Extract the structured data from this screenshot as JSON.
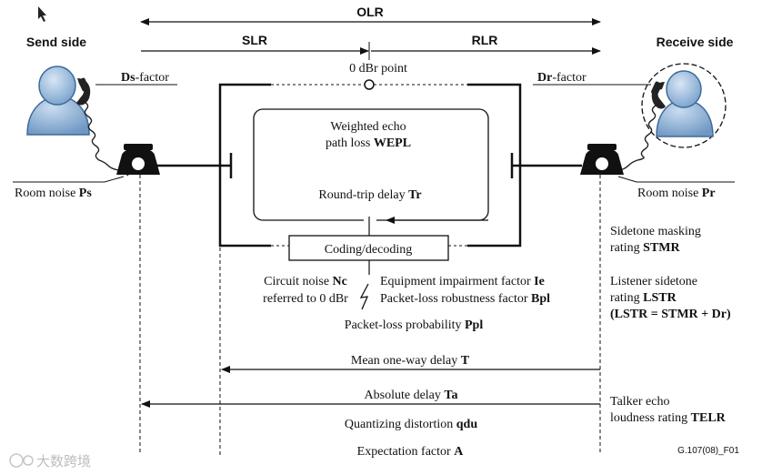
{
  "labels": {
    "olr": "OLR",
    "slr": "SLR",
    "rlr": "RLR",
    "send_side": "Send side",
    "receive_side": "Receive side",
    "zero_dbr": "0 dBr  point",
    "ds_prefix": "Ds",
    "ds_suffix": "-factor",
    "dr_prefix": "Dr",
    "dr_suffix": "-factor",
    "room_noise_text": "Room noise ",
    "ps": "Ps",
    "pr": "Pr",
    "wepl_line1": "Weighted echo",
    "wepl_line2_text": "path loss ",
    "wepl_line2_bold": "WEPL",
    "rtd_text": "Round-trip delay ",
    "rtd_bold": "Tr",
    "coding": "Coding/decoding",
    "circuit_noise_text": "Circuit noise ",
    "circuit_noise_bold": "Nc",
    "referred": "referred to 0 dBr",
    "equip_text": "Equipment impairment factor ",
    "equip_bold": "Ie",
    "packet_rob_text": "Packet-loss robustness factor ",
    "packet_rob_bold": "Bpl",
    "packet_prob_text": "Packet-loss probability ",
    "packet_prob_bold": "Ppl",
    "stmr_line1": "Sidetone masking",
    "stmr_line2_text": "rating ",
    "stmr_line2_bold": "STMR",
    "lstr_line1": "Listener sidetone",
    "lstr_line2_text": "rating ",
    "lstr_line2_bold": "LSTR",
    "lstr_formula": "(LSTR = STMR + Dr)",
    "mean_delay_text": "Mean one-way delay ",
    "mean_delay_bold": "T",
    "abs_delay_text": "Absolute delay ",
    "abs_delay_bold": "Ta",
    "telr_line1": "Talker echo",
    "telr_line2_text": "loudness rating ",
    "telr_line2_bold": "TELR",
    "qdu_text": "Quantizing distortion ",
    "qdu_bold": "qdu",
    "expect_text": "Expectation factor ",
    "expect_bold": "A",
    "figure_id": "G.107(08)_F01",
    "watermark": "大数跨境"
  },
  "colors": {
    "line": "#111111",
    "person_fill": "#8fb3d9",
    "person_stroke": "#3f6a99",
    "phone": "#111111"
  }
}
